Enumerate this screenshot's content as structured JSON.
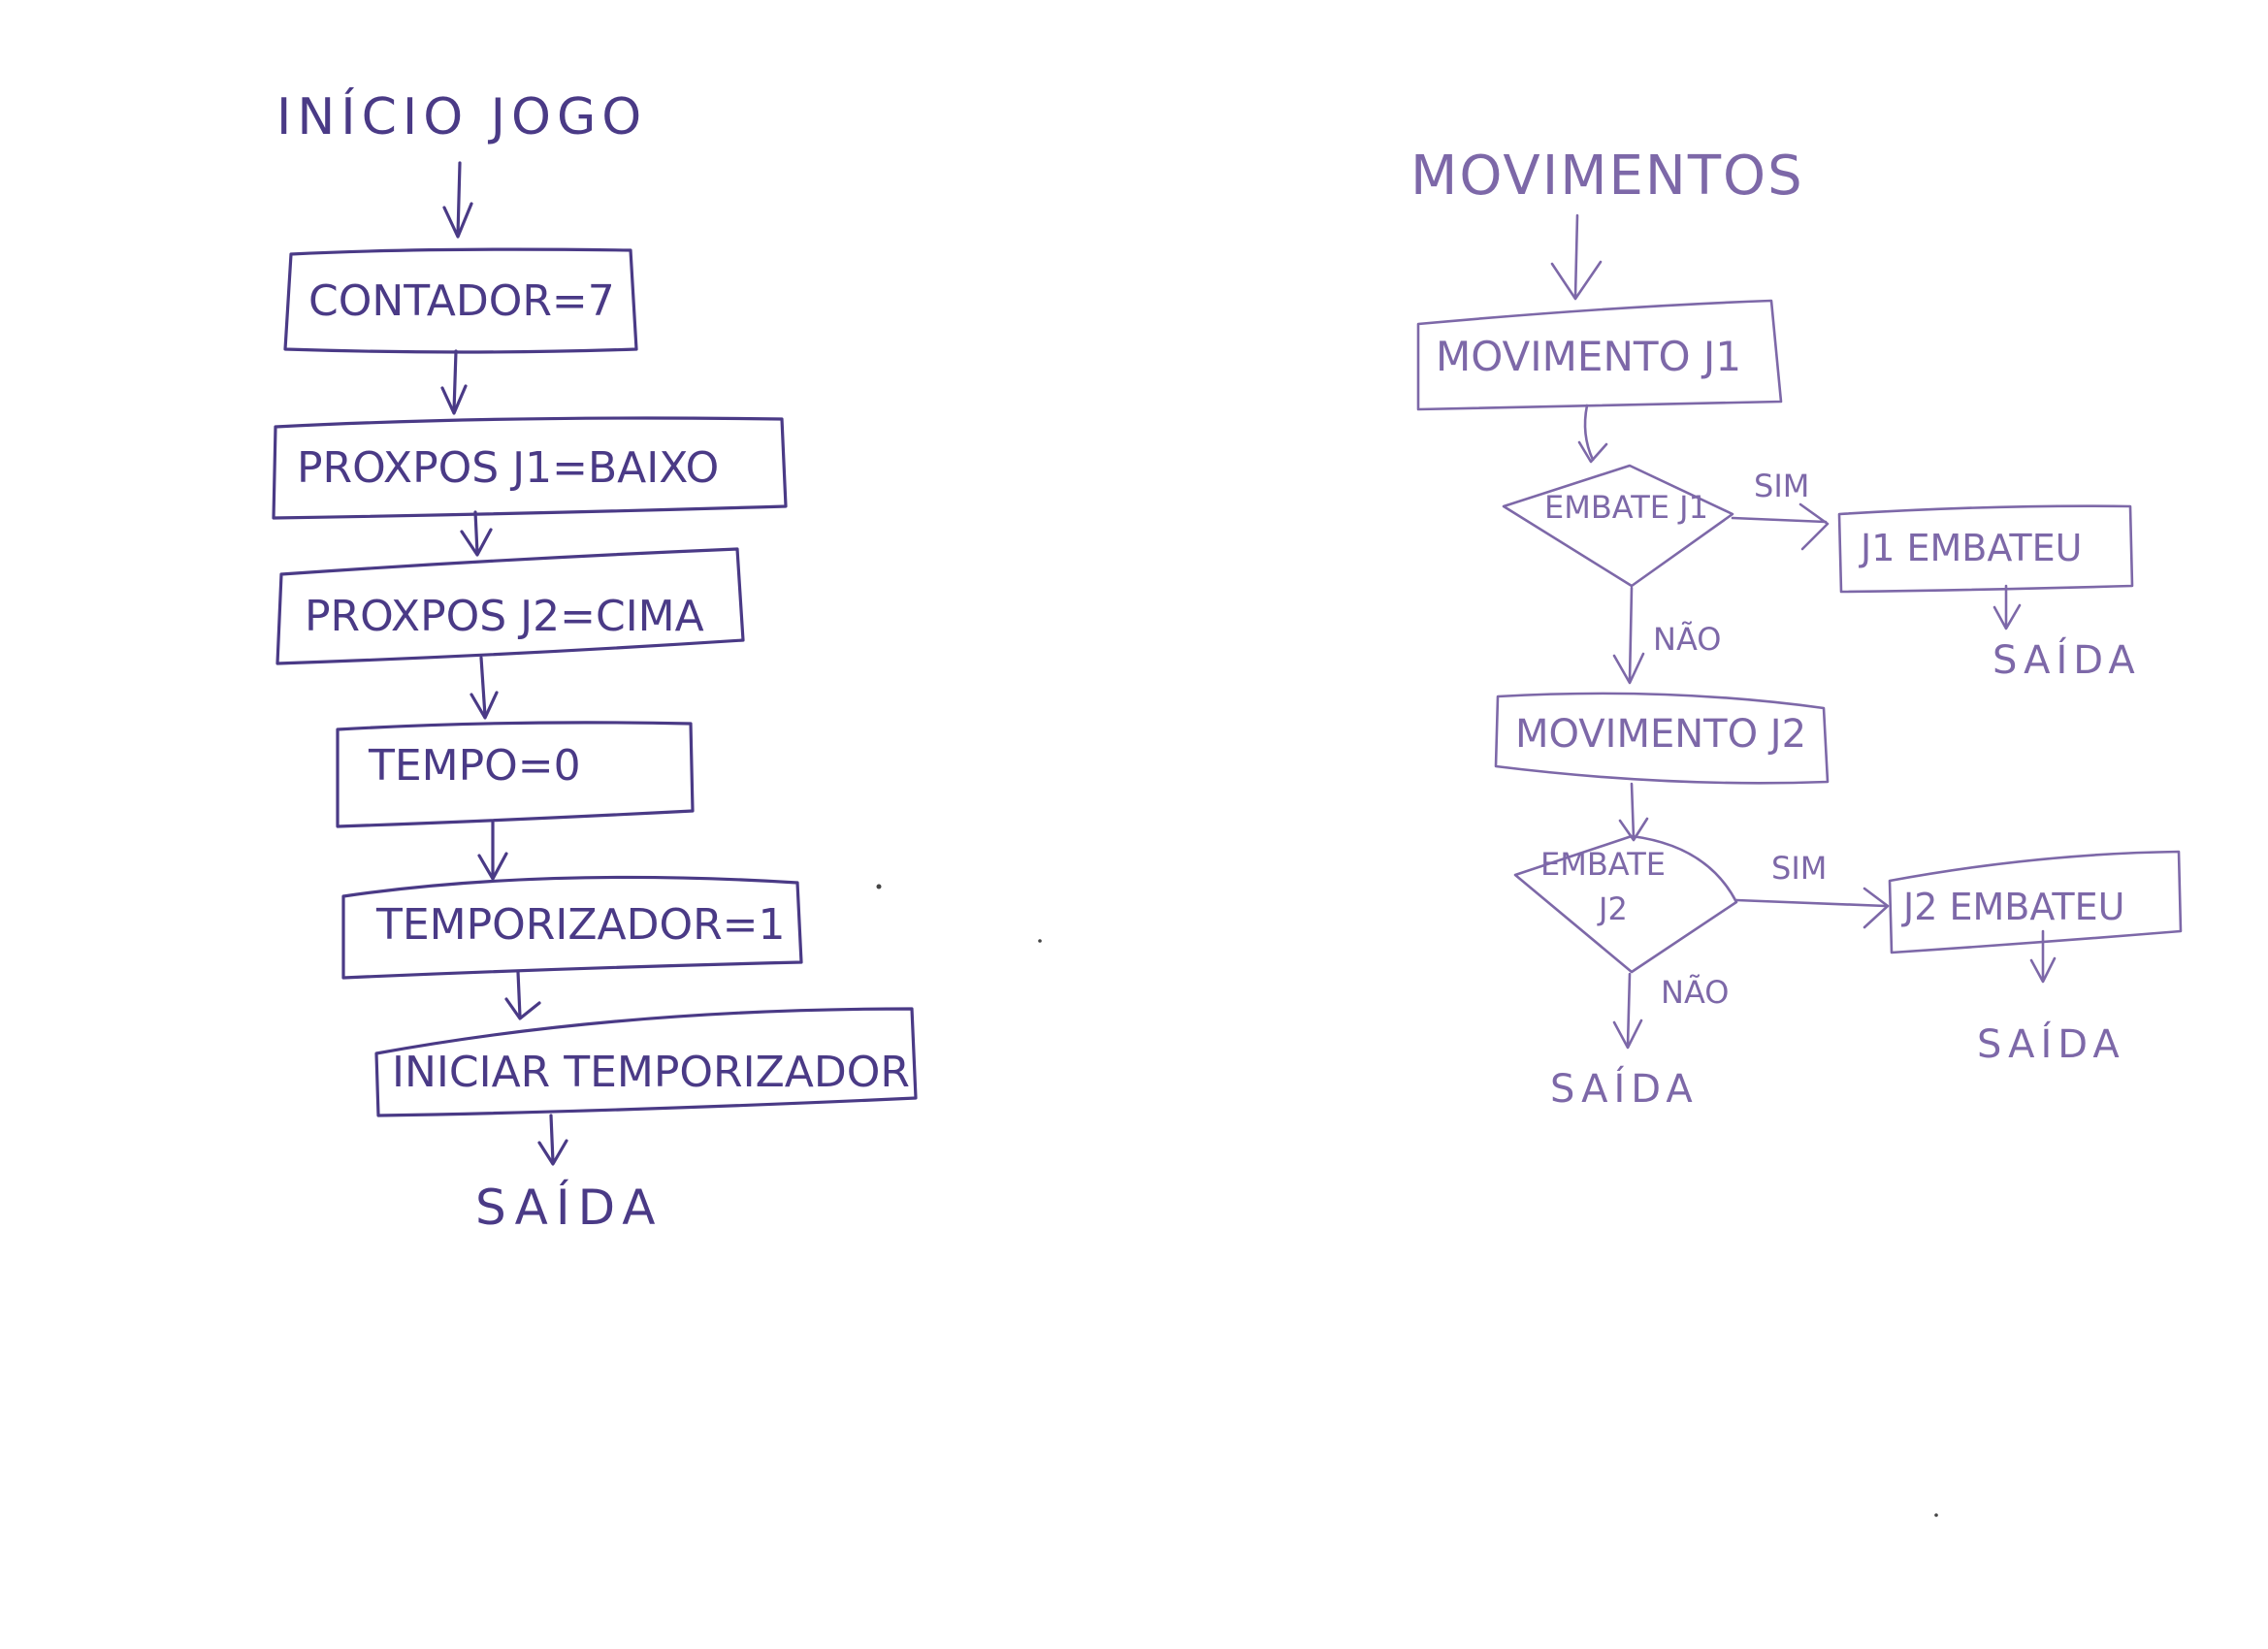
{
  "colors": {
    "ink_left": "#4a3a86",
    "ink_right": "#7d68a8",
    "paper": "#ffffff"
  },
  "left": {
    "title": "INÍCIO JOGO",
    "steps": [
      "CONTADOR=7",
      "PROXPOS J1=BAIXO",
      "PROXPOS J2=CIMA",
      "TEMPO=0",
      "TEMPORIZADOR=1",
      "INICIAR TEMPORIZADOR"
    ],
    "exit": "SAÍDA"
  },
  "right": {
    "title": "MOVIMENTOS",
    "move_j1": "MOVIMENTO J1",
    "decision_j1": "EMBATE J1",
    "yes_j1": "SIM",
    "no_j1": "NÃO",
    "result_j1": "J1 EMBATEU",
    "exit_j1": "SAÍDA",
    "move_j2": "MOVIMENTO J2",
    "decision_j2_line1": "EMBATE",
    "decision_j2_line2": "J2",
    "yes_j2": "SIM",
    "no_j2": "NÃO",
    "result_j2": "J2 EMBATEU",
    "exit_j2": "SAÍDA",
    "exit_main": "SAÍDA"
  }
}
